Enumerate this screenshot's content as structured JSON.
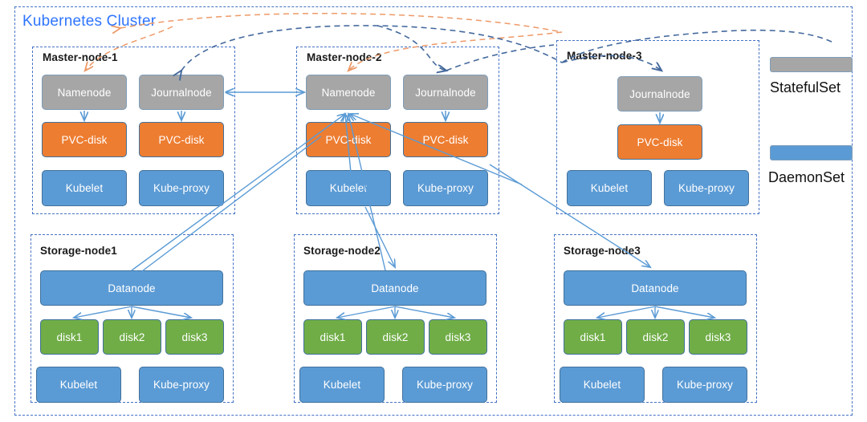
{
  "cluster": {
    "title": "Kubernetes Cluster",
    "title_color": "#2E75FF",
    "border_color": "#4472C4"
  },
  "legend": {
    "items": [
      {
        "label": "StatefulSet",
        "color": "#A6A6A6",
        "swatch": "gray"
      },
      {
        "label": "DaemonSet",
        "color": "#5B9BD5",
        "swatch": "blue"
      }
    ]
  },
  "palette": {
    "statefulset_gray": "#A6A6A6",
    "pvc_orange": "#ED7D31",
    "daemonset_blue": "#5B9BD5",
    "disk_green": "#70AD47",
    "connector_blue": "#5B9BD5",
    "dashed_blue": "#4472C4",
    "dashed_orange": "#ED7D31"
  },
  "master_nodes": [
    {
      "title": "Master-node-1",
      "tiles": [
        {
          "label": "Namenode",
          "kind": "statefulset"
        },
        {
          "label": "Journalnode",
          "kind": "statefulset"
        },
        {
          "label": "PVC-disk",
          "kind": "pvc"
        },
        {
          "label": "PVC-disk",
          "kind": "pvc"
        },
        {
          "label": "Kubelet",
          "kind": "daemonset"
        },
        {
          "label": "Kube-proxy",
          "kind": "daemonset"
        }
      ]
    },
    {
      "title": "Master-node-2",
      "tiles": [
        {
          "label": "Namenode",
          "kind": "statefulset"
        },
        {
          "label": "Journalnode",
          "kind": "statefulset"
        },
        {
          "label": "PVC-disk",
          "kind": "pvc"
        },
        {
          "label": "PVC-disk",
          "kind": "pvc"
        },
        {
          "label": "Kubelet",
          "kind": "daemonset"
        },
        {
          "label": "Kube-proxy",
          "kind": "daemonset"
        }
      ]
    },
    {
      "title": "Master-node-3",
      "tiles": [
        {
          "label": "Journalnode",
          "kind": "statefulset"
        },
        {
          "label": "PVC-disk",
          "kind": "pvc"
        },
        {
          "label": "Kubelet",
          "kind": "daemonset"
        },
        {
          "label": "Kube-proxy",
          "kind": "daemonset"
        }
      ]
    }
  ],
  "storage_nodes": [
    {
      "title": "Storage-node1",
      "datanode": "Datanode",
      "disks": [
        "disk1",
        "disk2",
        "disk3"
      ],
      "agents": [
        "Kubelet",
        "Kube-proxy"
      ]
    },
    {
      "title": "Storage-node2",
      "datanode": "Datanode",
      "disks": [
        "disk1",
        "disk2",
        "disk3"
      ],
      "agents": [
        "Kubelet",
        "Kube-proxy"
      ]
    },
    {
      "title": "Storage-node3",
      "datanode": "Datanode",
      "disks": [
        "disk1",
        "disk2",
        "disk3"
      ],
      "agents": [
        "Kubelet",
        "Kube-proxy"
      ]
    }
  ]
}
